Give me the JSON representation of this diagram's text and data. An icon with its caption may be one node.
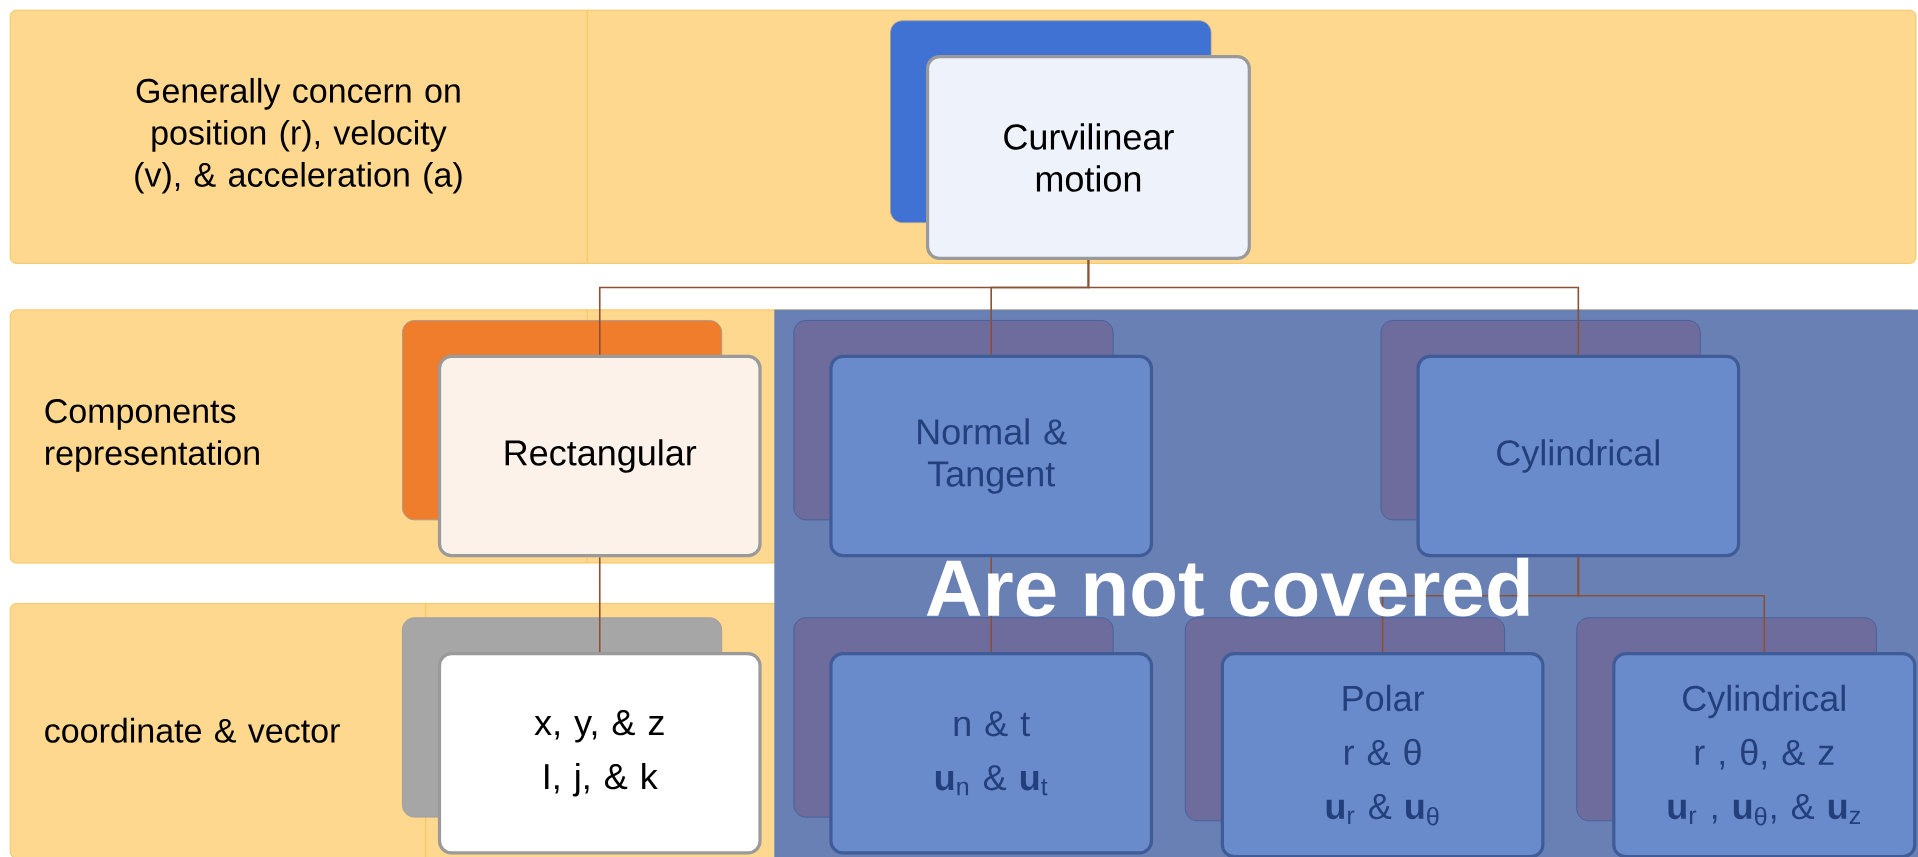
{
  "diagram": {
    "nodes": [
      {
        "text": [
          "Generally concern on position (r), velocity (v), & acceleration (a)"
        ]
      },
      {
        "text": [
          "Curvilinear motion"
        ],
        "in": 0
      },
      {
        "text": [
          "Components representation"
        ]
      },
      {
        "text": [
          "Rectangular"
        ],
        "in": 2
      },
      {
        "text": [
          "Normal & Tangent"
        ],
        "in": 2
      },
      {
        "text": [
          "Cylindrical"
        ],
        "in": 2
      },
      {
        "text": [
          "coordinate & vector"
        ]
      },
      {
        "text": [
          "x, y, & z",
          "I, j, & k"
        ],
        "in": 6
      },
      {
        "text": [
          "n & t",
          "**u**$_{n}$ & **u**$_{t}$"
        ],
        "in": 6
      },
      {
        "text": [
          "Polar",
          "r & θ",
          "**u**$_{r}$ & **u**$_{θ}$"
        ],
        "in": 6
      },
      {
        "text": [
          "Cylindrical",
          "r , θ, & z",
          "**u**$_{r}$ , **u**$_{θ}$, & **u**$_{z}$"
        ],
        "in": 6
      }
    ],
    "edges": [
      {
        "from": 1,
        "to": 3,
        "arrow": "none"
      },
      {
        "from": 1,
        "to": 4,
        "arrow": "none"
      },
      {
        "from": 1,
        "to": 5,
        "arrow": "none"
      },
      {
        "from": 3,
        "to": 7,
        "arrow": "none"
      },
      {
        "from": 4,
        "to": 8,
        "arrow": "none"
      },
      {
        "from": 5,
        "to": 9,
        "arrow": "none"
      },
      {
        "from": 5,
        "to": 10,
        "arrow": "none"
      }
    ],
    "labels": [
      "Are not covered"
    ]
  }
}
